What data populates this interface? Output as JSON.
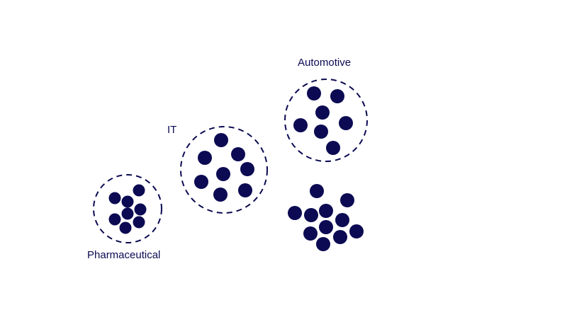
{
  "colors": {
    "dot": "#0b0a52",
    "ring": "#0b0a52"
  },
  "clusters": [
    {
      "name": "pharmaceutical",
      "label": "Pharmaceutical",
      "dot_count": 8,
      "bounded": true
    },
    {
      "name": "it",
      "label": "IT",
      "dot_count": 8,
      "bounded": true
    },
    {
      "name": "automotive",
      "label": "Automotive",
      "dot_count": 7,
      "bounded": true
    },
    {
      "name": "unlabeled",
      "label": "",
      "dot_count": 11,
      "bounded": false
    }
  ]
}
